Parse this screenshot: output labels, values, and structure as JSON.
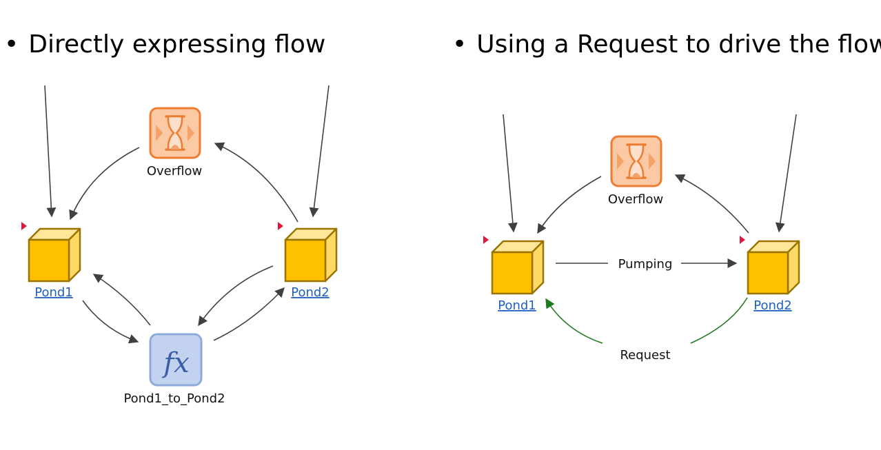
{
  "headings": {
    "left": "Directly expressing flow",
    "right": "Using a Request to drive the flow"
  },
  "left_diagram": {
    "overflow_label": "Overflow",
    "pond1_label": "Pond1",
    "pond2_label": "Pond2",
    "function_label": "Pond1_to_Pond2",
    "function_symbol": "fx"
  },
  "right_diagram": {
    "overflow_label": "Overflow",
    "pond1_label": "Pond1",
    "pond2_label": "Pond2",
    "pumping_label": "Pumping",
    "request_label": "Request"
  },
  "colors": {
    "pond_fill": "#ffc000",
    "pond_stroke": "#9a7400",
    "overflow_fill": "#fbc9a4",
    "overflow_stroke": "#ed7d31",
    "function_fill": "#c3d3ef",
    "function_stroke": "#8eaadb",
    "request_arrow": "#1e7a1e",
    "arrow": "#404040",
    "marker": "#e0183c",
    "link": "#1f5fbf"
  }
}
